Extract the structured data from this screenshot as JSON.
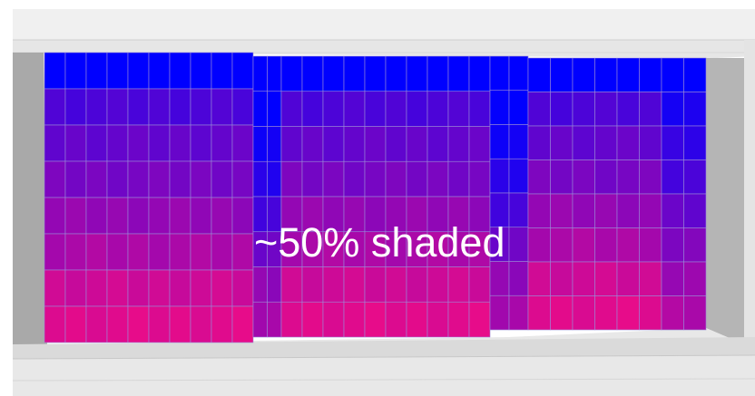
{
  "overlay": {
    "text": "~50% shaded"
  },
  "colors": {
    "frame_light": "#ececec",
    "frame_mid": "#d4d4d4",
    "jamb_gray": "#a8a8a8",
    "grid_line": "#9a8ad8",
    "gradient_top": "#0000ff",
    "gradient_bottom": "#ee0c86",
    "label": "#ffffff"
  },
  "shading": {
    "shaded_fraction": 0.5,
    "row_levels": [
      0.0,
      0.32,
      0.42,
      0.5,
      0.62,
      0.72,
      0.86,
      0.94
    ]
  }
}
